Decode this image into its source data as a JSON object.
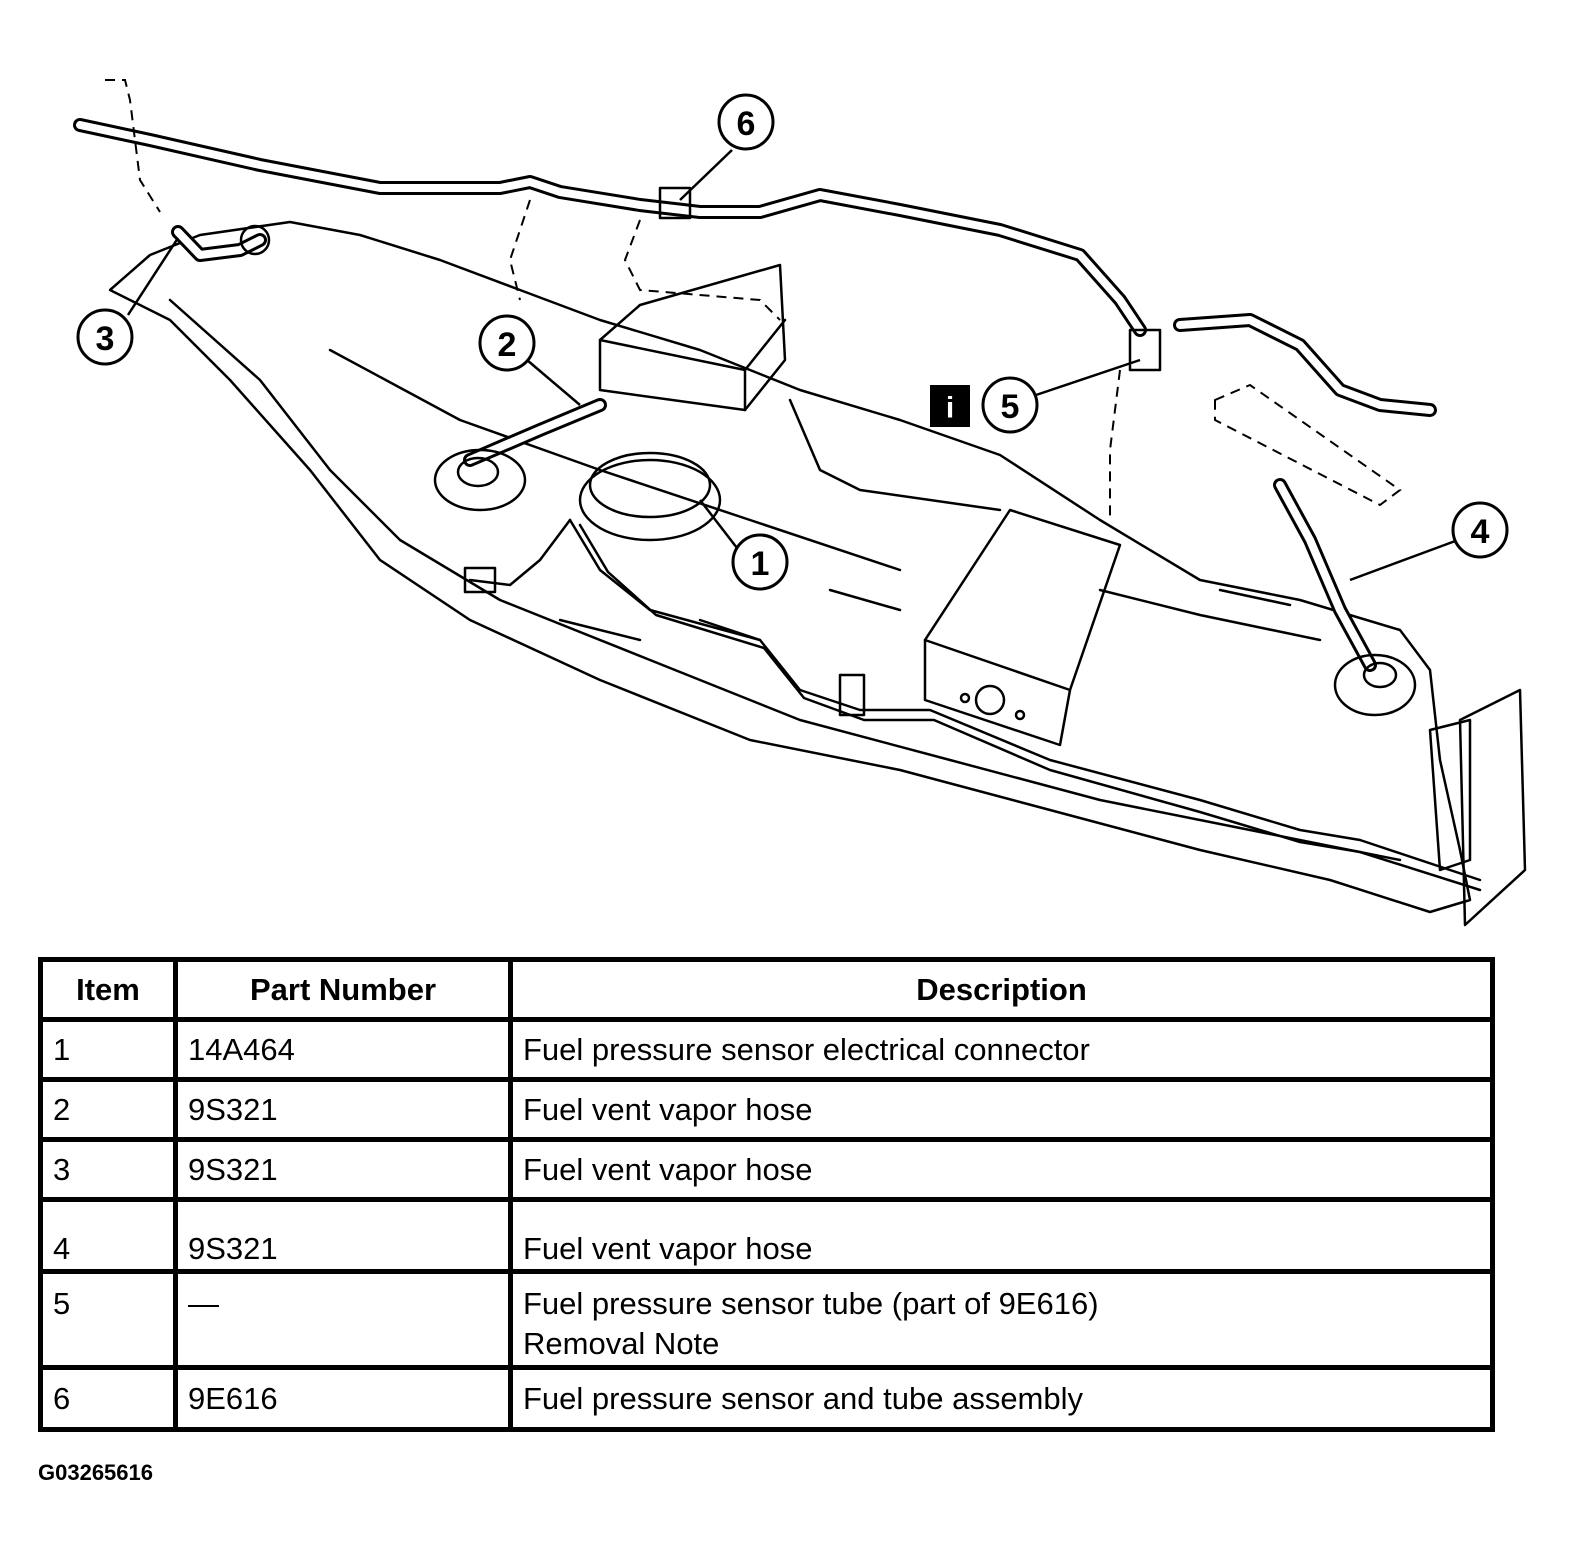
{
  "callouts": [
    {
      "id": "1",
      "label": "1"
    },
    {
      "id": "2",
      "label": "2"
    },
    {
      "id": "3",
      "label": "3"
    },
    {
      "id": "4",
      "label": "4"
    },
    {
      "id": "5",
      "label": "5"
    },
    {
      "id": "6",
      "label": "6"
    }
  ],
  "info_icon": {
    "label": "i",
    "icon": "info-icon"
  },
  "table": {
    "headers": {
      "item": "Item",
      "part_number": "Part Number",
      "description": "Description"
    },
    "rows": [
      {
        "item": "1",
        "part_number": "14A464",
        "description": "Fuel pressure sensor electrical connector"
      },
      {
        "item": "2",
        "part_number": "9S321",
        "description": "Fuel vent vapor hose"
      },
      {
        "item": "3",
        "part_number": "9S321",
        "description": "Fuel vent vapor hose"
      },
      {
        "item": "4",
        "part_number": "9S321",
        "description": "Fuel vent vapor hose"
      },
      {
        "item": "5",
        "part_number": "—",
        "description": "Fuel pressure sensor tube (part of 9E616)\nRemoval Note"
      },
      {
        "item": "6",
        "part_number": "9E616",
        "description": "Fuel pressure sensor and tube assembly"
      }
    ]
  },
  "figure_id": "G03265616"
}
